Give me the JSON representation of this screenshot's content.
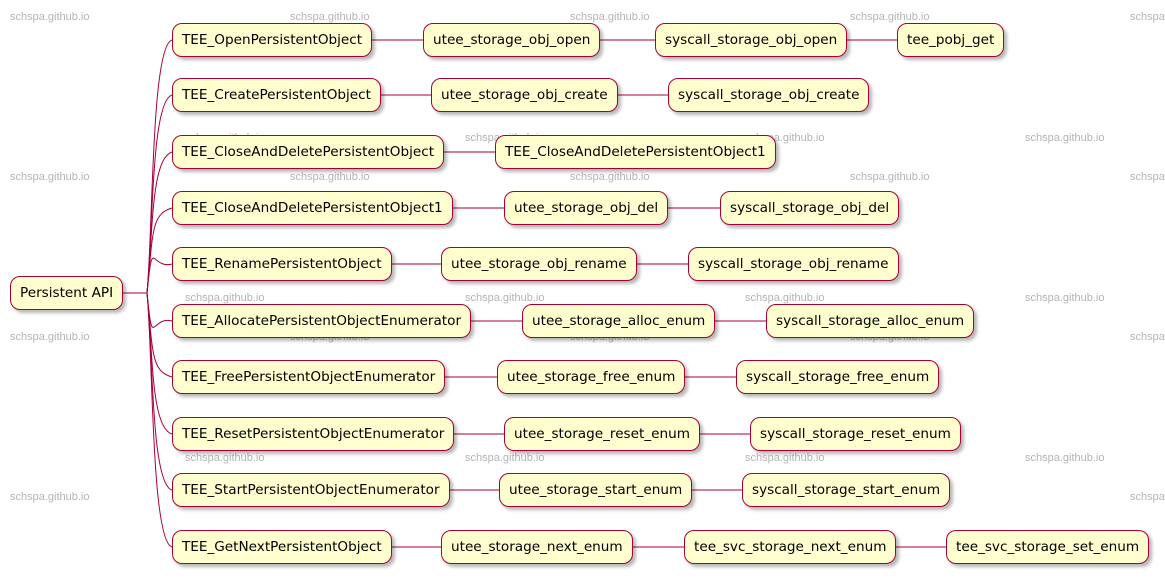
{
  "watermark": "schspa.github.io",
  "colors": {
    "line": "#a80036",
    "fill": "#fefece",
    "watermark": "#b4b4b4"
  },
  "root": "Persistent API",
  "rows": [
    [
      "TEE_OpenPersistentObject",
      "utee_storage_obj_open",
      "syscall_storage_obj_open",
      "tee_pobj_get"
    ],
    [
      "TEE_CreatePersistentObject",
      "utee_storage_obj_create",
      "syscall_storage_obj_create"
    ],
    [
      "TEE_CloseAndDeletePersistentObject",
      "TEE_CloseAndDeletePersistentObject1"
    ],
    [
      "TEE_CloseAndDeletePersistentObject1",
      "utee_storage_obj_del",
      "syscall_storage_obj_del"
    ],
    [
      "TEE_RenamePersistentObject",
      "utee_storage_obj_rename",
      "syscall_storage_obj_rename"
    ],
    [
      "TEE_AllocatePersistentObjectEnumerator",
      "utee_storage_alloc_enum",
      "syscall_storage_alloc_enum"
    ],
    [
      "TEE_FreePersistentObjectEnumerator",
      "utee_storage_free_enum",
      "syscall_storage_free_enum"
    ],
    [
      "TEE_ResetPersistentObjectEnumerator",
      "utee_storage_reset_enum",
      "syscall_storage_reset_enum"
    ],
    [
      "TEE_StartPersistentObjectEnumerator",
      "utee_storage_start_enum",
      "syscall_storage_start_enum"
    ],
    [
      "TEE_GetNextPersistentObject",
      "utee_storage_next_enum",
      "tee_svc_storage_next_enum",
      "tee_svc_storage_set_enum"
    ]
  ]
}
